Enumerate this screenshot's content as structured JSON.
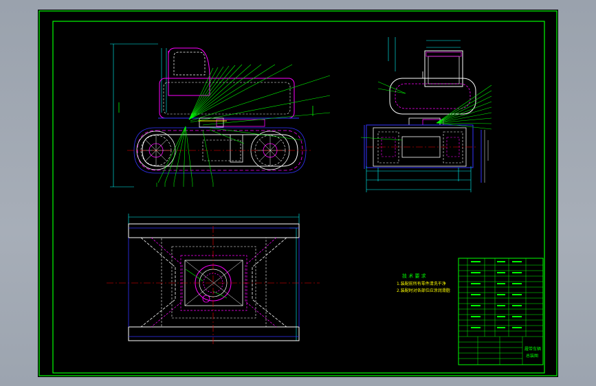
{
  "drawing": {
    "notes_title": "技 术 要 求",
    "notes": [
      "1.装配前所有零件清洗干净",
      "2.装配时对各部位应涂润滑脂"
    ],
    "title_block": {
      "name_line1": "履带车辆",
      "name_line2": "总装图"
    },
    "colors": {
      "background": "#000000",
      "frame": "#00ff00",
      "outline": "#ffffff",
      "hidden": "#ff00ff",
      "dimension": "#00ffff",
      "center": "#ff0000",
      "blue": "#3333ff",
      "yellow": "#ffff00"
    }
  }
}
